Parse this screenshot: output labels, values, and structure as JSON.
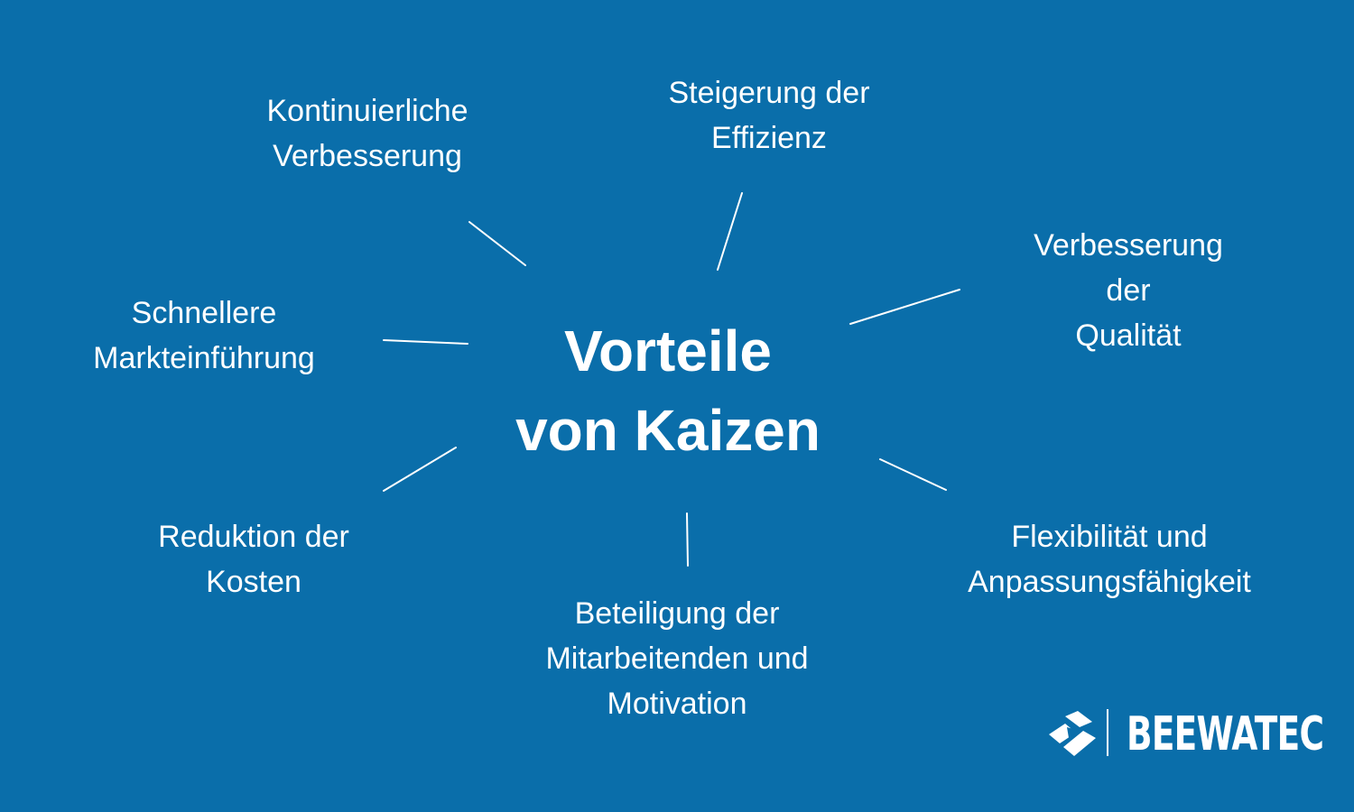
{
  "diagram": {
    "center_title": "Vorteile\nvon Kaizen",
    "benefits": [
      {
        "id": "kontinuierliche-verbesserung",
        "label": "Kontinuierliche\nVerbesserung"
      },
      {
        "id": "steigerung-effizienz",
        "label": "Steigerung der\nEffizienz"
      },
      {
        "id": "verbesserung-qualitaet",
        "label": "Verbesserung der\nQualität"
      },
      {
        "id": "schnellere-markteinfuehrung",
        "label": "Schnellere\nMarkteinführung"
      },
      {
        "id": "reduktion-kosten",
        "label": "Reduktion der\nKosten"
      },
      {
        "id": "beteiligung-mitarbeitende",
        "label": "Beteiligung der\nMitarbeitenden und\nMotivation"
      },
      {
        "id": "flexibilitaet",
        "label": "Flexibilität und\nAnpassungsfähigkeit"
      }
    ]
  },
  "logo": {
    "brand_name": "BEEWATEC"
  },
  "colors": {
    "background": "#0a6eaa",
    "foreground": "#ffffff"
  }
}
